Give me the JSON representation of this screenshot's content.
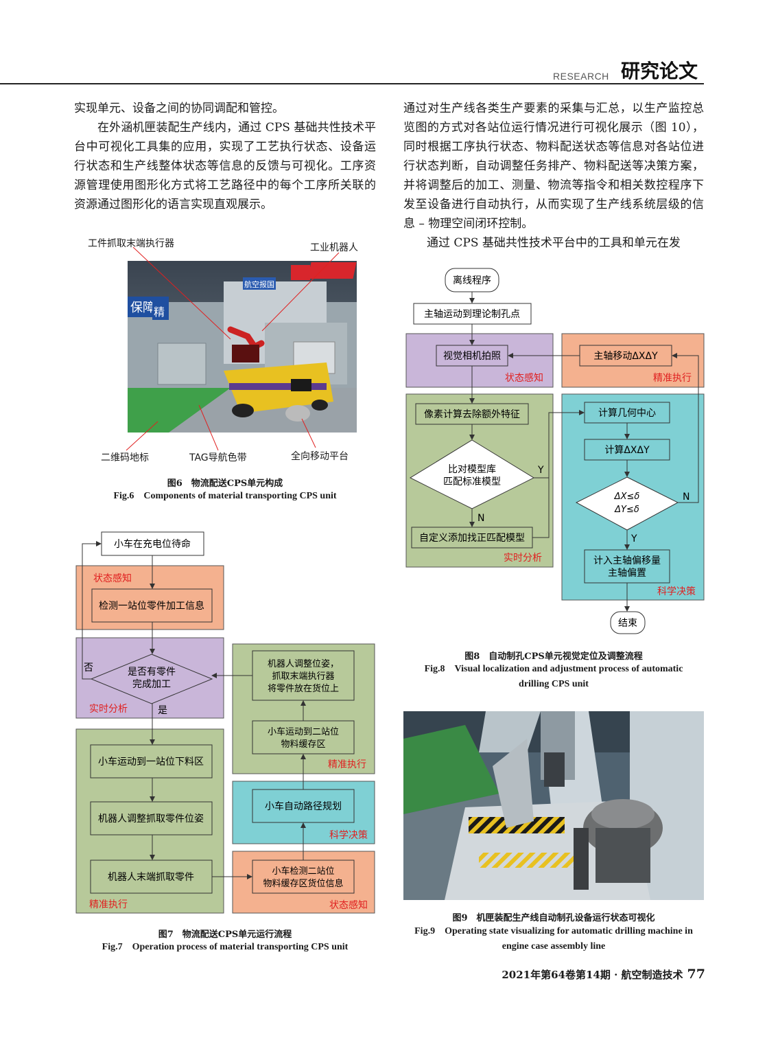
{
  "header": {
    "section_en": "RESEARCH",
    "section_cn": "研究论文"
  },
  "left_text": {
    "p1": "实现单元、设备之间的协同调配和管控。",
    "p2": "在外涵机匣装配生产线内，通过 CPS 基础共性技术平台中可视化工具集的应用，实现了工艺执行状态、设备运行状态和生产线整体状态等信息的反馈与可视化。工序资源管理使用图形化方式将工艺路径中的每个工序所关联的资源通过图形化的语言实现直观展示。"
  },
  "right_text": {
    "p1": "通过对生产线各类生产要素的采集与汇总，以生产监控总览图的方式对各站位运行情况进行可视化展示（图 10），同时根据工序执行状态、物料配送状态等信息对各站位进行状态判断，自动调整任务排产、物料配送等决策方案，并将调整后的加工、测量、物流等指令和相关数控程序下发至设备进行自动执行，从而实现了生产线系统层级的信息 – 物理空间闭环控制。",
    "p2": "通过 CPS 基础共性技术平台中的工具和单元在发"
  },
  "fig6": {
    "label_end_effector": "工件抓取末端执行器",
    "label_robot": "工业机器人",
    "label_qr": "二维码地标",
    "label_tag": "TAG导航色带",
    "label_platform": "全向移动平台",
    "sign1": "航空报国",
    "sign2": "保障",
    "sign3": "精",
    "cap_cn": "图6　物流配送CPS单元构成",
    "cap_en": "Fig.6　Components of material transporting CPS unit"
  },
  "fig7": {
    "start": "小车在充电位待命",
    "zone_state1": "状态感知",
    "detect1": "检测一站位零件加工信息",
    "decision_l1": "是否有零件",
    "decision_l2": "完成加工",
    "no": "否",
    "yes": "是",
    "zone_analysis": "实时分析",
    "move1": "小车运动到一站位下料区",
    "adjust": "机器人调整抓取零件位姿",
    "grab": "机器人末端抓取零件",
    "zone_exec1": "精准执行",
    "detect2_l1": "小车检测二站位",
    "detect2_l2": "物料缓存区货位信息",
    "zone_state2": "状态感知",
    "plan": "小车自动路径规划",
    "zone_decision": "科学决策",
    "move2_l1": "小车运动到二站位",
    "move2_l2": "物料缓存区",
    "robot_l1": "机器人调整位姿，",
    "robot_l2": "抓取末端执行器",
    "robot_l3": "将零件放在货位上",
    "zone_exec2": "精准执行",
    "cap_cn": "图7　物流配送CPS单元运行流程",
    "cap_en": "Fig.7　Operation process of material transporting CPS unit"
  },
  "fig8": {
    "offline": "离线程序",
    "spindle": "主轴运动到理论制孔点",
    "camera": "视觉相机拍照",
    "zone_state": "状态感知",
    "move_dxy": "主轴移动ΔXΔY",
    "zone_exec": "精准执行",
    "pixel": "像素计算去除额外特征",
    "compare_l1": "比对模型库",
    "compare_l2": "匹配标准模型",
    "y1": "Y",
    "n1": "N",
    "custom": "自定义添加找正匹配模型",
    "zone_analysis": "实时分析",
    "center": "计算几何中心",
    "calc": "计算ΔXΔY",
    "cond_l1": "ΔX≤δ",
    "cond_l2": "ΔY≤δ",
    "n2": "N",
    "y2": "Y",
    "offset_l1": "计入主轴偏移量",
    "offset_l2": "主轴偏置",
    "zone_decision": "科学决策",
    "end": "结束",
    "cap_cn": "图8　自动制孔CPS单元视觉定位及调整流程",
    "cap_en1": "Fig.8　Visual localization and adjustment process of automatic",
    "cap_en2": "drilling CPS unit"
  },
  "fig9": {
    "cap_cn": "图9　机匣装配生产线自动制孔设备运行状态可视化",
    "cap_en1": "Fig.9　Operating state visualizing for automatic drilling machine in",
    "cap_en2": "engine case assembly line"
  },
  "footer": {
    "issue": "2021年第64卷第14期 · 航空制造技术",
    "page": "77"
  },
  "colors": {
    "state": "#f4b18f",
    "analysis": "#c9b6d9",
    "exec": "#b7c99a",
    "decision": "#7fd0d4",
    "label_red": "#e02020"
  }
}
